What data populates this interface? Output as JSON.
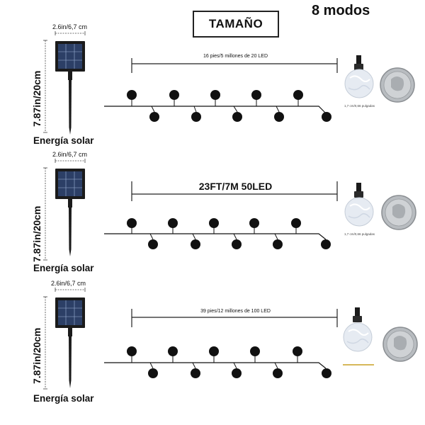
{
  "header": {
    "size_title": "TAMAÑO",
    "modes": "8 modos"
  },
  "rows": [
    {
      "panel_width": "2.6in/6,7 cm",
      "panel_height": "7.87in/20cm",
      "solar_label": "Energía solar",
      "length_label": "16 pies/5 millones de 20 LED",
      "bulb_note": "1,7 cm/0,66 pulgadas"
    },
    {
      "panel_width": "2.6in/6,7 cm",
      "panel_height": "7.87in/20cm",
      "solar_label": "Energía solar",
      "length_label": "23FT/7M 50LED",
      "bulb_note": "1,7 cm/0,66 pulgadas"
    },
    {
      "panel_width": "2.6in/6,7 cm",
      "panel_height": "7.87in/20cm",
      "solar_label": "Energía solar",
      "length_label": "39 pies/12 millones de 100 LED",
      "bulb_note": ""
    }
  ],
  "colors": {
    "panel_frame": "#1b1b1b",
    "panel_cells": "#2c3f66",
    "wire": "#111111",
    "bulb_glass": "#e6ebf2",
    "coin": "#b8bcc0",
    "dimension_line": "#222222"
  },
  "icons": [
    "solar-panel-icon",
    "led-bulb-icon",
    "coin-icon"
  ]
}
